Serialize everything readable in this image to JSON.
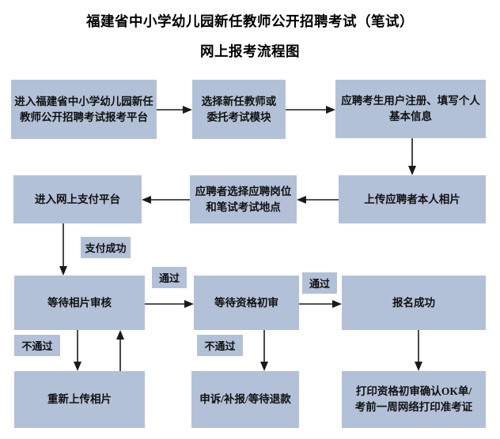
{
  "title": {
    "line1": "福建省中小学幼儿园新任教师公开招聘考试（笔试）",
    "line2": "网上报考流程图"
  },
  "colors": {
    "node_fill": "#b2c1d7",
    "text": "#111111",
    "arrow": "#1a1a1a",
    "background": "#ffffff"
  },
  "nodes": [
    {
      "id": "enter-platform",
      "label": "进入福建省中小学幼儿园新任\n教师公开招聘考试报考平台"
    },
    {
      "id": "select-module",
      "label": "选择新任教师或\n委托考试模块"
    },
    {
      "id": "register-info",
      "label": "应聘考生用户注册、填写个人\n基本信息"
    },
    {
      "id": "enter-payment",
      "label": "进入网上支付平台"
    },
    {
      "id": "select-post-site",
      "label": "应聘者选择应聘岗位\n和笔试考试地点"
    },
    {
      "id": "upload-photo",
      "label": "上传应聘者本人相片"
    },
    {
      "id": "wait-photo-audit",
      "label": "等待相片审核"
    },
    {
      "id": "wait-qual-audit",
      "label": "等待资格初审"
    },
    {
      "id": "signup-success",
      "label": "报名成功"
    },
    {
      "id": "reupload-photo",
      "label": "重新上传相片"
    },
    {
      "id": "appeal-refund",
      "label": "申诉/补报/等待退款"
    },
    {
      "id": "print-docs",
      "label": "打印资格初审确认OK单/\n考前一周网络打印准考证"
    }
  ],
  "edge_labels": [
    {
      "id": "pay-success",
      "label": "支付成功"
    },
    {
      "id": "pass-photo",
      "label": "通过"
    },
    {
      "id": "pass-qual",
      "label": "通过"
    },
    {
      "id": "fail-photo",
      "label": "不通过"
    },
    {
      "id": "fail-qual",
      "label": "不通过"
    }
  ]
}
